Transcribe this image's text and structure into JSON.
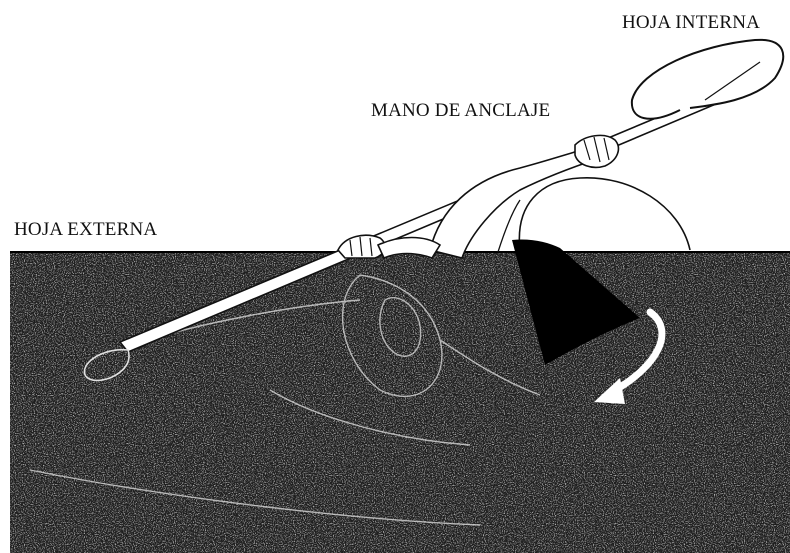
{
  "labels": {
    "inner_blade": "HOJA INTERNA",
    "anchor_hand": "MANO DE ANCLAJE",
    "outer_blade": "HOJA EXTERNA"
  },
  "colors": {
    "water_base": "#1e1e1e",
    "ink": "#111111",
    "paper": "#ffffff",
    "arrow": "#ffffff"
  },
  "icons": {
    "rotation_arrow": "curved-arrow-down-left"
  }
}
